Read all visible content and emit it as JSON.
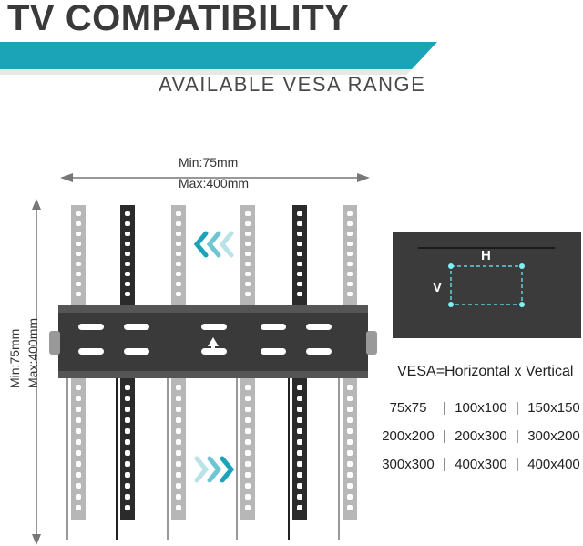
{
  "title": "TV COMPATIBILITY",
  "subtitle": "AVAILABLE VESA RANGE",
  "horizontal_dim": {
    "min": "Min:75mm",
    "max": "Max:400mm"
  },
  "vertical_dim": {
    "min": "Min:75mm",
    "max": "Max:400mm"
  },
  "tv_labels": {
    "h": "H",
    "v": "V"
  },
  "formula": "VESA=Horizontal x Vertical",
  "sizes": [
    [
      "75x75",
      "100x100",
      "150x150"
    ],
    [
      "200x200",
      "200x300",
      "300x200"
    ],
    [
      "300x300",
      "400x300",
      "400x400"
    ]
  ],
  "colors": {
    "accent": "#1ba3b8",
    "arm_light": "#b7b7b7",
    "arm_dark": "#2b2b2b",
    "plate": "#3a3a3a"
  }
}
